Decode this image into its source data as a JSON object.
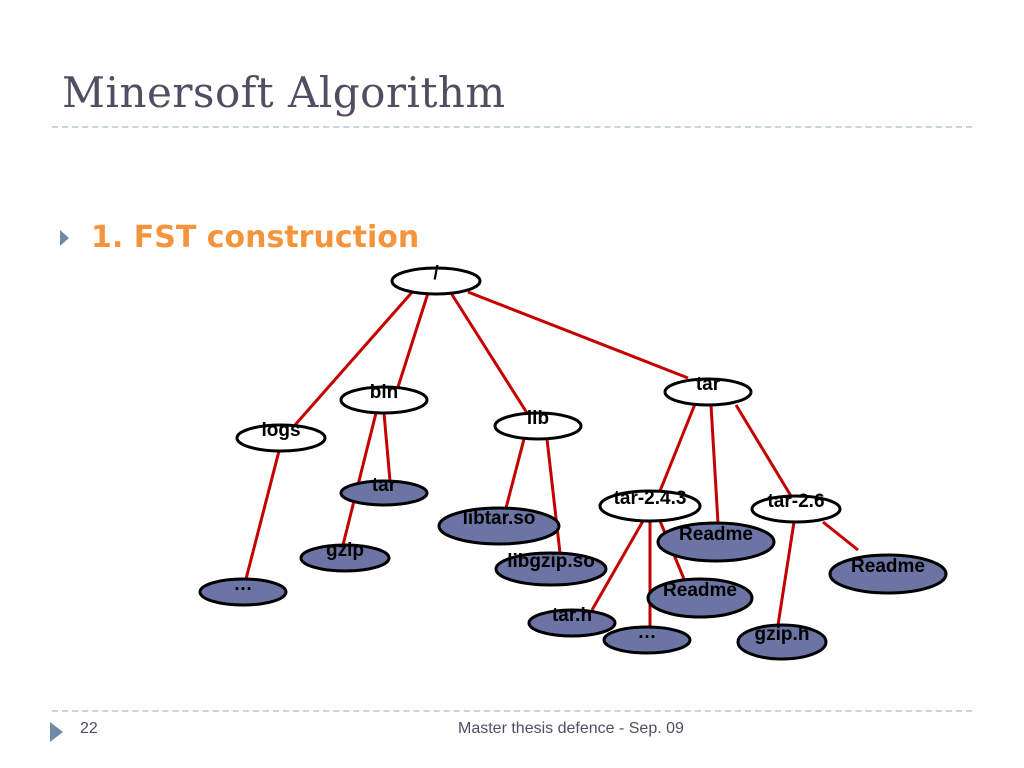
{
  "slide": {
    "title": "Minersoft Algorithm",
    "bullet": "1. FST construction",
    "page_number": "22",
    "footer": "Master thesis defence - Sep. 09"
  },
  "colors": {
    "edge": "#c40000",
    "file_fill": "#6b74a3",
    "dir_fill": "#ffffff",
    "title": "#4f4f63",
    "bullet": "#f5943a",
    "bullet_icon": "#6e8aa6"
  },
  "tree": {
    "nodes": [
      {
        "id": "root",
        "label": "/",
        "kind": "dir"
      },
      {
        "id": "logs",
        "label": "logs",
        "kind": "dir"
      },
      {
        "id": "bin",
        "label": "bin",
        "kind": "dir"
      },
      {
        "id": "lib",
        "label": "lib",
        "kind": "dir"
      },
      {
        "id": "tar",
        "label": "tar",
        "kind": "dir"
      },
      {
        "id": "bin-tar",
        "label": "tar",
        "kind": "file"
      },
      {
        "id": "gzip",
        "label": "gzip",
        "kind": "file"
      },
      {
        "id": "logs-more",
        "label": "…",
        "kind": "file"
      },
      {
        "id": "libtar",
        "label": "libtar.so",
        "kind": "file"
      },
      {
        "id": "libgzip",
        "label": "libgzip.so",
        "kind": "file"
      },
      {
        "id": "tar243",
        "label": "tar-2.4.3",
        "kind": "dir"
      },
      {
        "id": "tar26",
        "label": "tar-2.6",
        "kind": "dir"
      },
      {
        "id": "readme-tar",
        "label": "Readme",
        "kind": "file"
      },
      {
        "id": "readme-26",
        "label": "Readme",
        "kind": "file"
      },
      {
        "id": "readme-243",
        "label": "Readme",
        "kind": "file"
      },
      {
        "id": "tarh",
        "label": "tar.h",
        "kind": "file"
      },
      {
        "id": "more-243",
        "label": "…",
        "kind": "file"
      },
      {
        "id": "gziph",
        "label": "gzip.h",
        "kind": "file"
      }
    ],
    "edges": [
      [
        "root",
        "logs"
      ],
      [
        "root",
        "bin"
      ],
      [
        "root",
        "lib"
      ],
      [
        "root",
        "tar"
      ],
      [
        "logs",
        "logs-more"
      ],
      [
        "bin",
        "bin-tar"
      ],
      [
        "bin",
        "gzip"
      ],
      [
        "lib",
        "libtar"
      ],
      [
        "lib",
        "libgzip"
      ],
      [
        "tar",
        "tar243"
      ],
      [
        "tar",
        "readme-tar"
      ],
      [
        "tar",
        "tar26"
      ],
      [
        "tar243",
        "tarh"
      ],
      [
        "tar243",
        "more-243"
      ],
      [
        "tar243",
        "readme-243"
      ],
      [
        "tar26",
        "readme-26"
      ],
      [
        "tar26",
        "gziph"
      ]
    ]
  }
}
